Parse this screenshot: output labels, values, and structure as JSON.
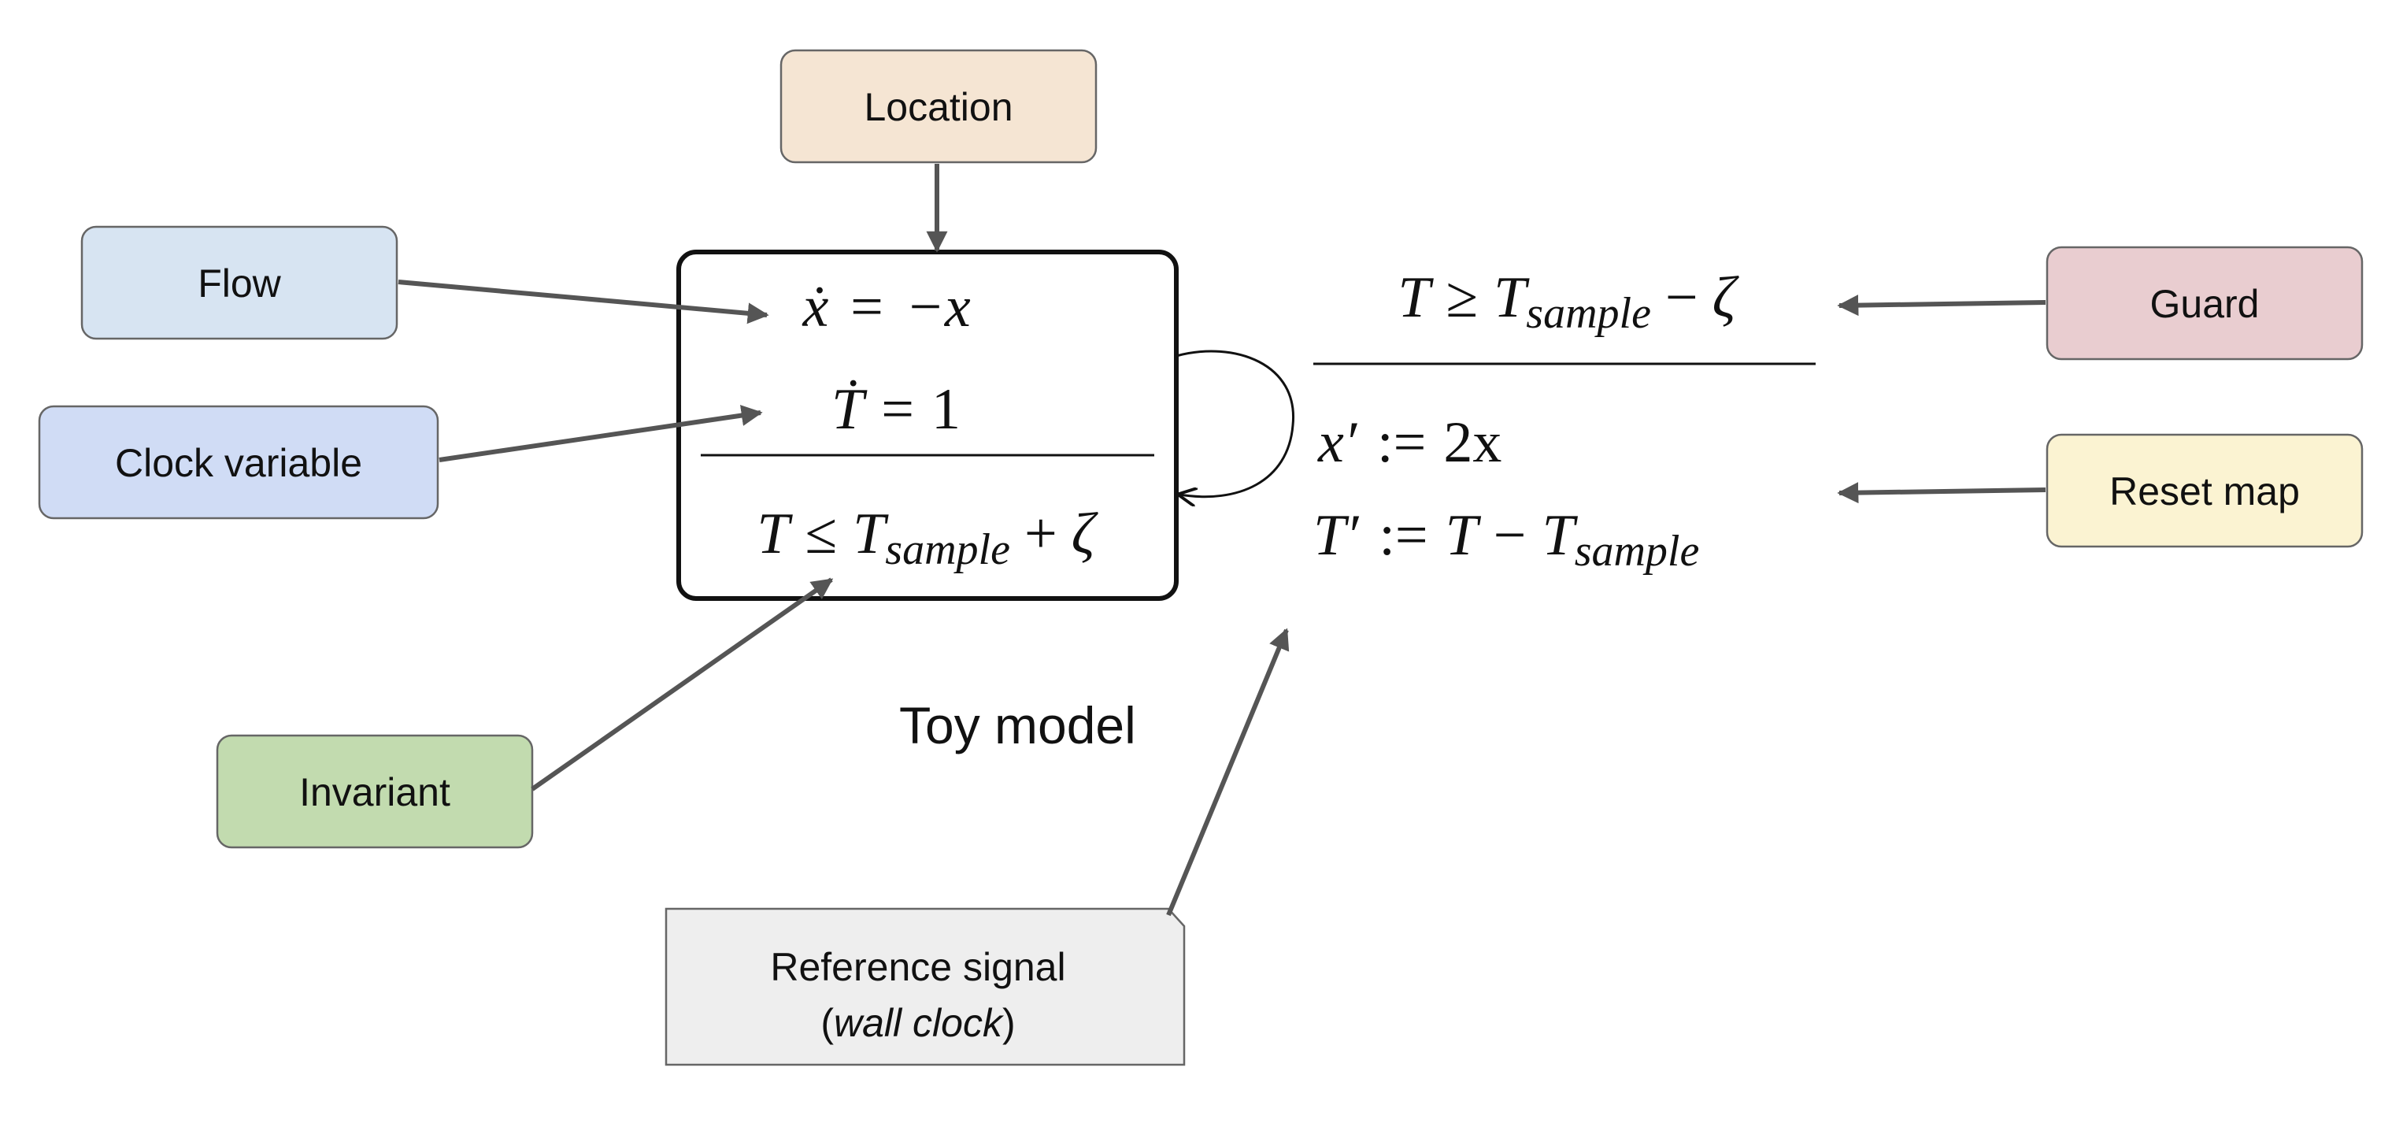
{
  "callouts": {
    "location": {
      "label": "Location",
      "fill": "#f5e5d3"
    },
    "flow": {
      "label": "Flow",
      "fill": "#d7e4f2"
    },
    "clock_variable": {
      "label": "Clock variable",
      "fill": "#d0dcf5"
    },
    "invariant": {
      "label": "Invariant",
      "fill": "#c2dbaf"
    },
    "guard": {
      "label": "Guard",
      "fill": "#e9cdd0"
    },
    "reset_map": {
      "label": "Reset map",
      "fill": "#fbf3d2"
    },
    "reference_signal": {
      "line1": "Reference signal",
      "line2_open": "(",
      "line2_italic": "wall clock",
      "line2_close": ")",
      "fill": "#eeeeee"
    }
  },
  "location_node": {
    "flow_eq": {
      "lhs": "ẋ",
      "rel": "=",
      "rhs": "−x"
    },
    "clock_eq": {
      "lhs": "Ṫ",
      "rel": "=",
      "rhs": "1"
    },
    "invariant": {
      "lhs": "T",
      "rel": "≤",
      "base": "T",
      "sub": "sample",
      "op": "+",
      "param": "ζ"
    }
  },
  "transition": {
    "guard": {
      "lhs": "T",
      "rel": "≥",
      "base": "T",
      "sub": "sample",
      "op": "−",
      "param": "ζ"
    },
    "reset_x": {
      "lhs": "x′",
      "rel": ":=",
      "rhs": "2x"
    },
    "reset_T": {
      "lhs": "T′",
      "rel": ":=",
      "a": "T",
      "op": "−",
      "base": "T",
      "sub": "sample"
    }
  },
  "title": "Toy model",
  "colors": {
    "arrow": "#555555",
    "stroke": "#666666",
    "text": "#111111"
  }
}
